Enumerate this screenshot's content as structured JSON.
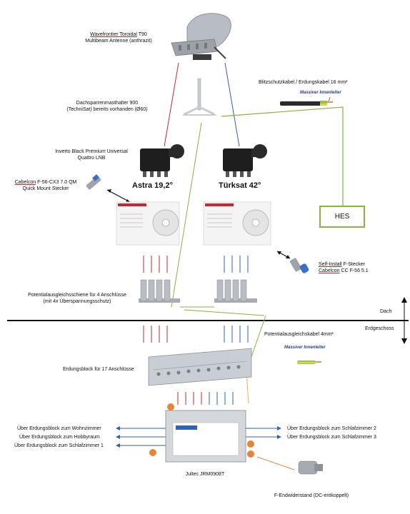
{
  "colors": {
    "red": "#c8282d",
    "blue": "#2f63b4",
    "green": "#86b63e",
    "orange": "#e8843a",
    "black": "#111111"
  },
  "labels": {
    "antenna_brand": "Wavefrontier Toroidal",
    "antenna_model": " T90",
    "antenna_line2": "Multibeam Antenne (anthrazit)",
    "lightning_cable": "Blitzschutzkabel / Erdungskabel 16 mm²",
    "massiver_innenleiter_top": "Massiver Innenleiter",
    "mast_line1": "Dachsparrenmasthalter 900",
    "mast_line2": "(TechniSat) bereits vorhanden (Ø60)",
    "lnb_line1": "Inverto Black Premium Universal",
    "lnb_line2": "Quattro LNB",
    "cabelcon_brand": "Cabelcon",
    "cabelcon_model": " F-56-CX3 7.0 QM",
    "cabelcon_line2": "Quick Mount Stecker",
    "sat_astra": "Astra 19,2°",
    "sat_turksat": "Türksat 42°",
    "hes": "HES",
    "self_install_line1": "Self-Install",
    "self_install_line1b": " F-Stecker",
    "self_install_line2a": "Cabelcon",
    "self_install_line2b": " CC F-56 5.1",
    "potential_rail_line1": "Potentialausgleichsschiene für 4 Anschlüsse",
    "potential_rail_line2": "(mit 4x Überspannungsschutz)",
    "dach": "Dach",
    "erdgeschoss": "Erdgeschoss",
    "potential_cable": "Potentialausgleichskabel 4mm²",
    "massiver_innenleiter_bottom": "Massiver Innenleiter",
    "grounding_block": "Erdungsblock für 17 Anschlüsse",
    "wohnzimmer": "Über Erdungsblock zum Wohnzimmer",
    "hobbyraum": "Über Erdungsblock zum Hobbyraum",
    "schlafzimmer1": "Über Erdungsblock zum Schlafzimmer 1",
    "schlafzimmer2": "Über Erdungsblock zum Schlafzimmer 2",
    "schlafzimmer3": "Über Erdungsblock zum Schlafzimmer 3",
    "multiswitch": "Jultec JRM0908T",
    "f_terminator": "F-Endwiderstand (DC-entkoppelt)"
  }
}
